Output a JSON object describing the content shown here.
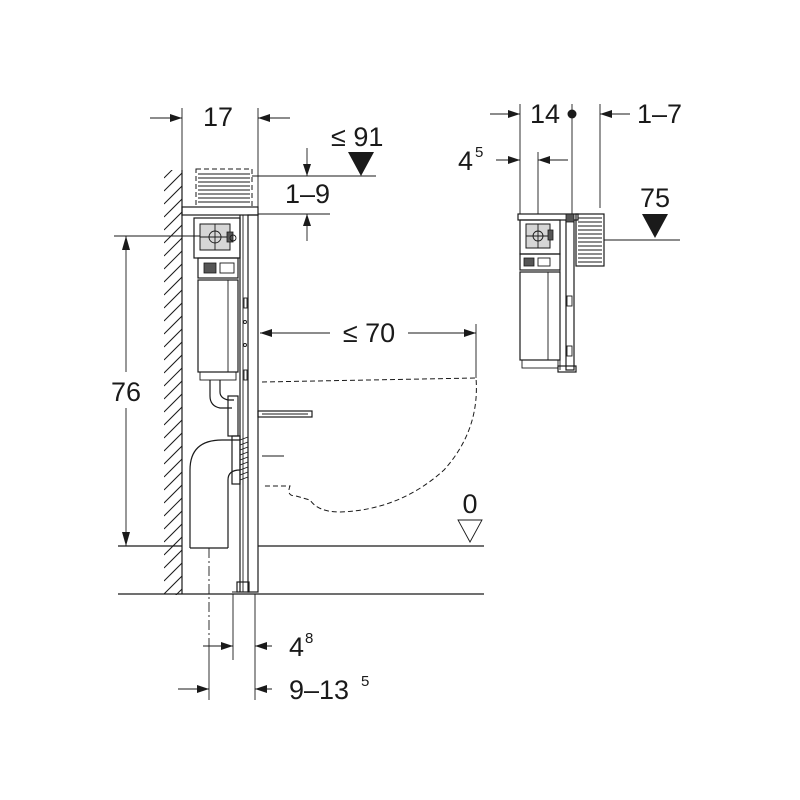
{
  "dimensions": {
    "frame_depth": "17",
    "height_max": "≤ 91",
    "height_adjust": "1–9",
    "bowl_projection": "≤ 70",
    "frame_height": "76",
    "floor_level": "0",
    "foot_offset_base": "4",
    "foot_offset_sup": "8",
    "foot_range_base": "9–13",
    "foot_range_sup": "5",
    "side_depth": "14",
    "side_offset_base": "4",
    "side_offset_sup": "5",
    "side_adjust": "1–7",
    "side_height": "75"
  }
}
